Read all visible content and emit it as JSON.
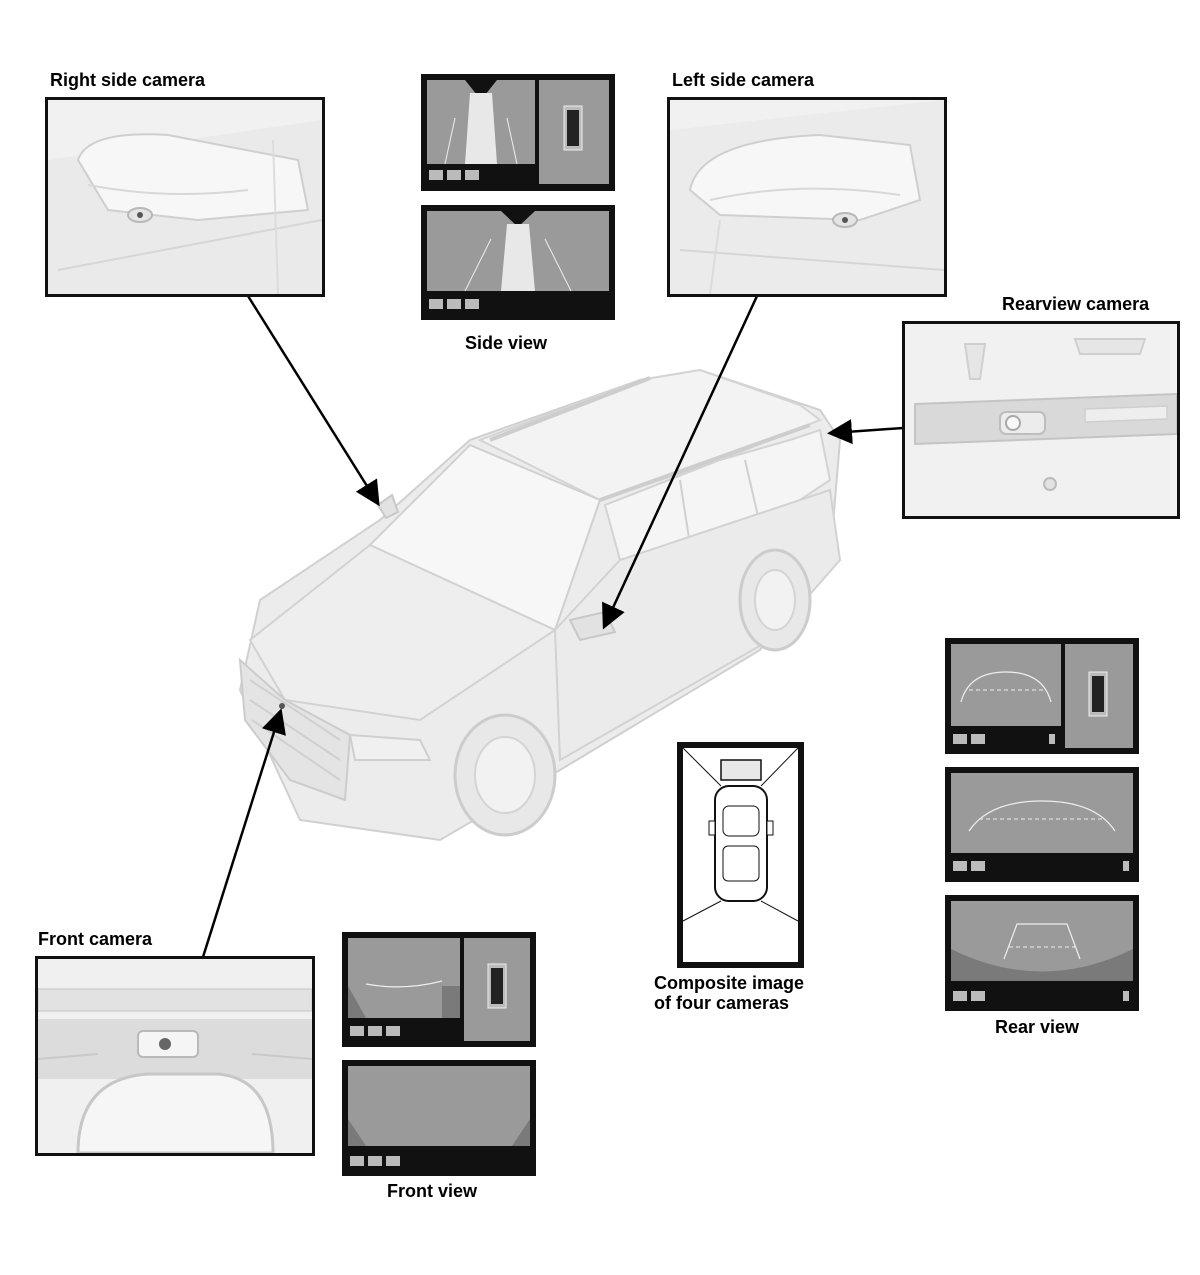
{
  "labels": {
    "right_side_camera": "Right side camera",
    "left_side_camera": "Left side camera",
    "rearview_camera": "Rearview camera",
    "front_camera": "Front camera",
    "side_view": "Side view",
    "front_view": "Front view",
    "rear_view": "Rear view",
    "composite_line1": "Composite image",
    "composite_line2": "of four cameras"
  },
  "colors": {
    "screen_gray": "#9a9a9a",
    "screen_dark": "#7a7a7a",
    "frame": "#111111",
    "car_body": "#e6e6e6",
    "car_line": "#cfcfcf",
    "arrow": "#000000"
  }
}
